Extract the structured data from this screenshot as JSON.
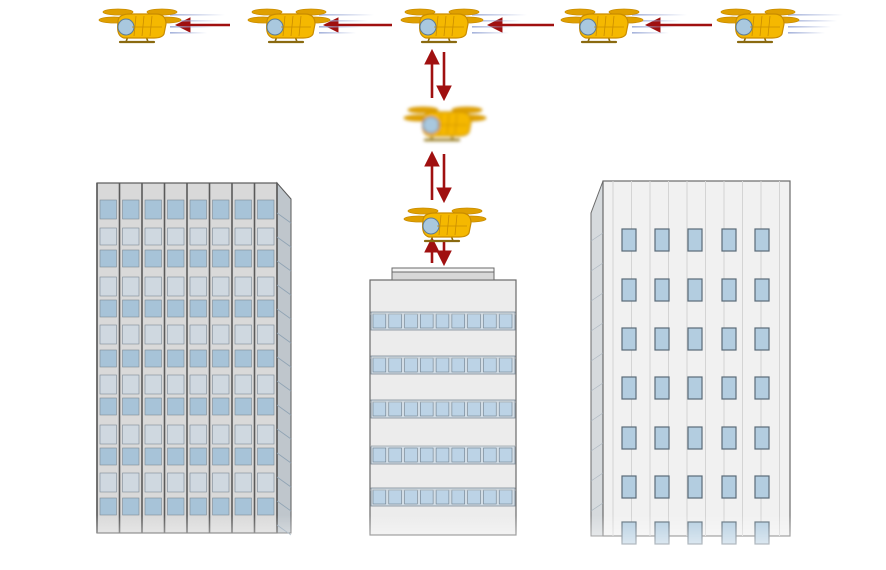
{
  "scene": {
    "background": "#ffffff",
    "arrow_color": "#a01010",
    "drone": {
      "icon": "quadcopter-drone-icon",
      "body_color": "#f5b800",
      "body_dark": "#c98c00",
      "rotor_color": "#e0a000",
      "cockpit_color": "#a9c8de",
      "skid_color": "#8a6a10",
      "speed_lines_color": "#9aa9d6"
    },
    "flight_row": {
      "drone_count": 5,
      "direction": "leftward",
      "arrows": 4
    },
    "vertical_path": {
      "drone_count": 2,
      "direction": "up-and-down",
      "arrows": 3
    },
    "buildings": [
      {
        "id": "left-tower",
        "style": "glass-curtain",
        "facade": "#d9d9d9",
        "window": "#a7c3d8",
        "frame": "#5a5a5a"
      },
      {
        "id": "center-building",
        "style": "banded-office",
        "facade": "#ececec",
        "window": "#bcd3e6",
        "frame": "#6a6a6a",
        "landing_pad": true
      },
      {
        "id": "right-tower",
        "style": "punched-window",
        "facade": "#f1f1f1",
        "window": "#b3cde0",
        "frame": "#6a6a6a"
      }
    ]
  }
}
